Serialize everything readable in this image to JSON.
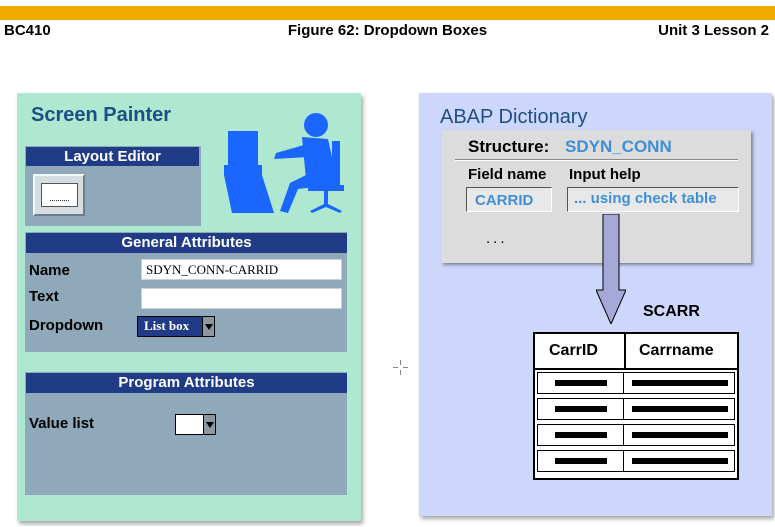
{
  "header": {
    "left": "BC410",
    "center": "Figure 62: Dropdown Boxes",
    "right": "Unit 3 Lesson 2"
  },
  "screen_painter": {
    "title": "Screen Painter",
    "layout_editor": "Layout Editor",
    "general_attributes": {
      "title": "General Attributes",
      "name_label": "Name",
      "name_value": "SDYN_CONN-CARRID",
      "text_label": "Text",
      "text_value": "",
      "dropdown_label": "Dropdown",
      "dropdown_value": "List box"
    },
    "program_attributes": {
      "title": "Program Attributes",
      "value_list_label": "Value list",
      "value_list_value": ""
    }
  },
  "abap_dictionary": {
    "title": "ABAP Dictionary",
    "structure_label": "Structure:",
    "structure_name": "SDYN_CONN",
    "field_name_header": "Field name",
    "input_help_header": "Input help",
    "field_value": "CARRID",
    "input_help_value": "... using check table",
    "ellipsis": "...",
    "table_name": "SCARR",
    "columns": [
      "CarrID",
      "Carrname"
    ]
  },
  "colors": {
    "accent_bar": "#f0ab00",
    "dark_blue": "#213c86",
    "link_blue": "#3f8fd6",
    "left_panel": "#aee8d0",
    "right_panel": "#cdd7fb"
  }
}
